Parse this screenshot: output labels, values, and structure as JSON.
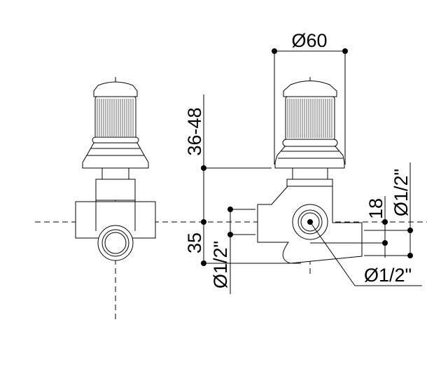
{
  "dimensions": {
    "knob_diameter": "Ø60",
    "knob_height": "36-48",
    "outlet_offset": "35",
    "left_port": "Ø1/2\"",
    "right_offset": "18",
    "right_port": "Ø1/2\"",
    "center_port": "Ø1/2\""
  }
}
